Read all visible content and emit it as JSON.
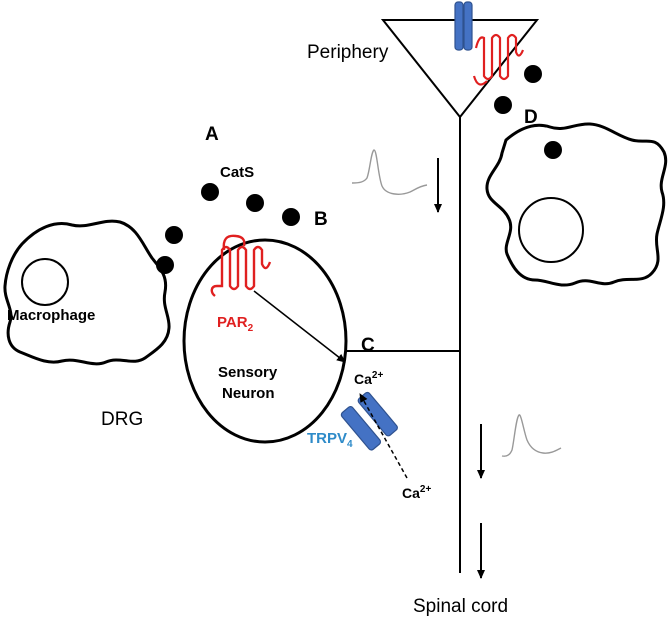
{
  "labels": {
    "periphery": "Periphery",
    "a": "A",
    "b": "B",
    "c": "C",
    "d": "D",
    "cats": "CatS",
    "macrophage": "Macrophage",
    "par2_main": "PAR",
    "par2_sub": "2",
    "sensory": "Sensory",
    "neuron": "Neuron",
    "drg": "DRG",
    "ca_top_main": "Ca",
    "ca_top_sup": "2+",
    "ca_bottom_main": "Ca",
    "ca_bottom_sup": "2+",
    "trpv4_main": "TRPV",
    "trpv4_sub": "4",
    "spinal_cord": "Spinal cord"
  },
  "colors": {
    "par2": "#e02020",
    "trpv4": "#2e8bc9",
    "channel": "#4472c4",
    "line": "#000000",
    "trace": "#888888"
  },
  "icons": {
    "receptor": "seven-transmembrane-receptor-icon",
    "channel": "ion-channel-icon",
    "catS": "cathepsin-s-dot-icon",
    "action_potential": "action-potential-trace-icon"
  }
}
